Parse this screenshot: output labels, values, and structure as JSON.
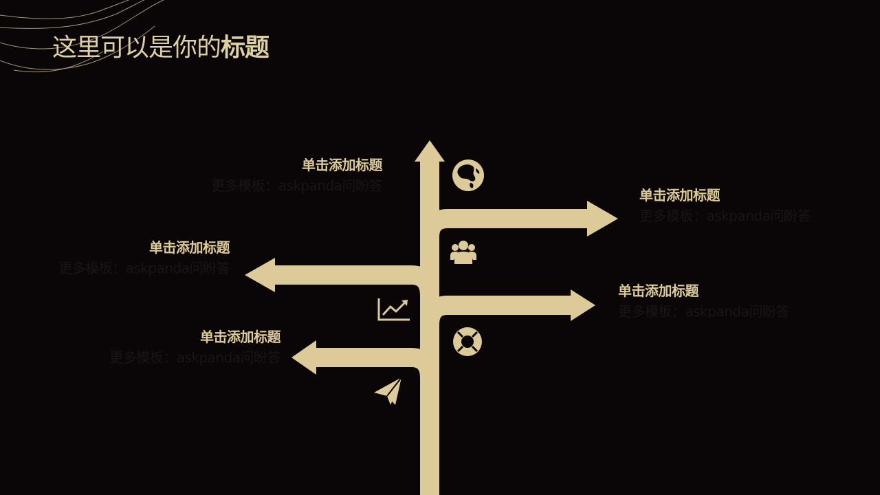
{
  "slide": {
    "title_plain": "这里可以是你的",
    "title_bold": "标题"
  },
  "colors": {
    "background": "#0a0506",
    "arrow": "#dccb99",
    "title_text": "#ddd0a4",
    "item_title": "#ddcb98",
    "item_desc": "#1b1415"
  },
  "branches": [
    {
      "side": "left",
      "title": "单击添加标题",
      "desc": "更多模板：askpanda问盼答",
      "icon": "globe-icon"
    },
    {
      "side": "right",
      "title": "单击添加标题",
      "desc": "更多模板：askpanda问盼答",
      "icon": "users-icon"
    },
    {
      "side": "left",
      "title": "单击添加标题",
      "desc": "更多模板：askpanda问盼答",
      "icon": "trend-chart-icon"
    },
    {
      "side": "right",
      "title": "单击添加标题",
      "desc": "更多模板：askpanda问盼答",
      "icon": "lifebuoy-icon"
    },
    {
      "side": "left",
      "title": "单击添加标题",
      "desc": "更多模板：askpanda问盼答",
      "icon": "paper-plane-icon"
    }
  ]
}
